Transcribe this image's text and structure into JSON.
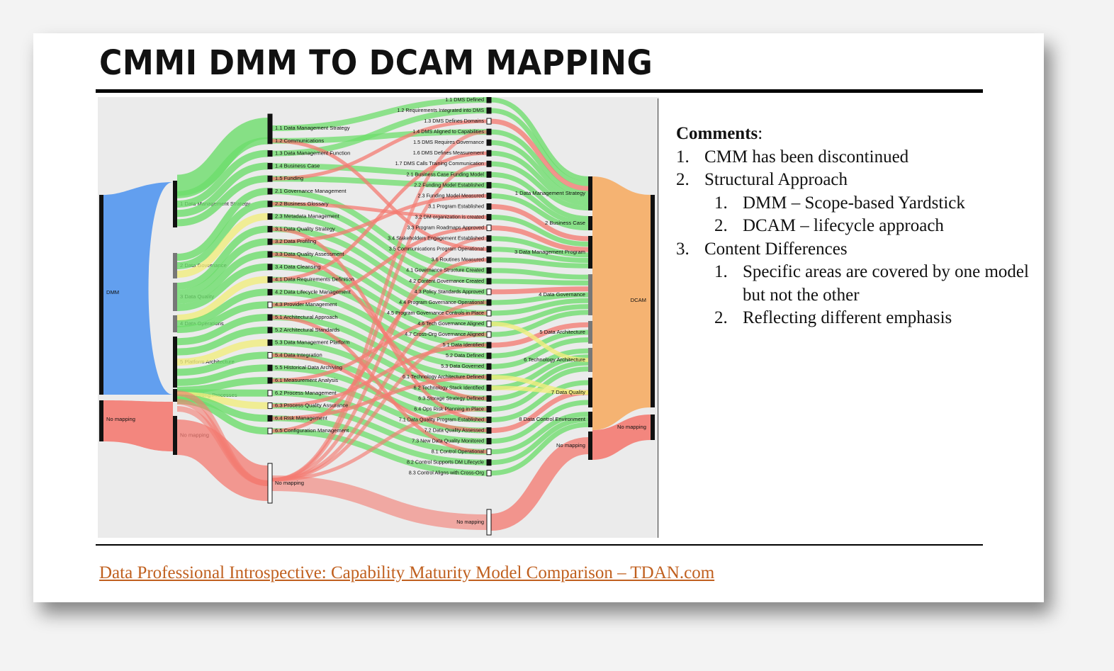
{
  "title": "CMMI DMM TO DCAM MAPPING",
  "source_link": "Data Professional Introspective: Capability Maturity Model Comparison – TDAN.com",
  "colors": {
    "blue": "#5b9bef",
    "green": "#6ddd6b",
    "yellow": "#f1ee7e",
    "red": "#f47b72",
    "orange": "#f5b06c",
    "link": "#c0601f"
  },
  "comments": {
    "heading": "Comments",
    "heading_suffix": ":",
    "items": [
      {
        "num": "1.",
        "text": "CMM has been discontinued",
        "sub": []
      },
      {
        "num": "2.",
        "text": "Structural Approach",
        "sub": [
          {
            "num": "1.",
            "text": "DMM – Scope-based Yardstick"
          },
          {
            "num": "2.",
            "text": "DCAM – lifecycle approach"
          }
        ]
      },
      {
        "num": "3.",
        "text": "Content Differences",
        "sub": [
          {
            "num": "1.",
            "text": "Specific areas are covered by one model but not the other"
          },
          {
            "num": "2.",
            "text": "Reflecting different emphasis"
          }
        ]
      }
    ]
  },
  "diagram": {
    "left_root": {
      "label": "DMM",
      "no_mapping_label": "No mapping"
    },
    "right_root": {
      "label": "DCAM",
      "no_mapping_label": "No mapping"
    },
    "dmm_categories": [
      "1 Data Management Strategy",
      "2 Data Governance",
      "3 Data Quality",
      "4 Data Operations",
      "5 Platform Architecture",
      "6 Supporting Processes",
      "No mapping"
    ],
    "dmm_process_areas": [
      "1.1 Data Management Strategy",
      "1.2 Communications",
      "1.3 Data Management Function",
      "1.4 Business Case",
      "1.5 Funding",
      "2.1 Governance Management",
      "2.2 Business Glossary",
      "2.3 Metadata Management",
      "3.1 Data Quality Strategy",
      "3.2 Data Profiling",
      "3.3 Data Quality Assessment",
      "3.4 Data Cleansing",
      "4.1 Data Requirements Definition",
      "4.2 Data Lifecycle Management",
      "4.3 Provider Management",
      "5.1 Architectural Approach",
      "5.2 Architectural Standards",
      "5.3 Data Management Platform",
      "5.4 Data Integration",
      "5.5 Historical Data Archiving",
      "6.1 Measurement Analysis",
      "6.2 Process Management",
      "6.3 Process Quality Assurance",
      "6.4 Risk Management",
      "6.5 Configuration Management",
      "No mapping"
    ],
    "dcam_capabilities": [
      "1.1 DMS Defined",
      "1.2 Requirements Integrated into DMS",
      "1.3 DMS Defines Domains",
      "1.4 DMS Aligned to Capabilities",
      "1.5 DMS Requires Governance",
      "1.6 DMS Defines Measurement",
      "1.7 DMS Calls Training Communication",
      "2.1 Business Case Funding Model",
      "2.2 Funding Model Established",
      "2.3 Funding Model Measured",
      "3.1 Program Established",
      "3.2 DM organization is created",
      "3.3 Program Roadmaps Approved",
      "3.4 Stakeholders Engagement Established",
      "3.5 Communications Program Operational",
      "3.6 Routines Measured",
      "4.1 Governance Structure Created",
      "4.2 Content Governance Created",
      "4.3 Policy Standards Approved",
      "4.4 Program Governance Operational",
      "4.5 Program Governance Controls in Place",
      "4.6 Tech Governance Aligned",
      "4.7 Cross-Org Governance Aligned",
      "5.1 Data Identified",
      "5.2 Data Defined",
      "5.3 Data Governed",
      "6.1 Technology Architecture Defined",
      "6.2 Technology Stack Identified",
      "6.3 Storage Strategy Defined",
      "6.4 Ops Risk Planning in Place",
      "7.1 Data Quality Program Established",
      "7.2 Data Quality Assessed",
      "7.3 New Data Quality Monitored",
      "8.1 Control Operational",
      "8.2 Control Supports DM Lifecycle",
      "8.3 Control Aligns with Cross-Org",
      "No mapping"
    ],
    "dcam_components": [
      "1 Data Management Strategy",
      "2 Business Case",
      "3 Data Management Program",
      "4 Data Governance",
      "5 Data Architecture",
      "6 Technology Architecture",
      "7 Data Quality",
      "8 Data Control Environment",
      "No mapping"
    ]
  }
}
